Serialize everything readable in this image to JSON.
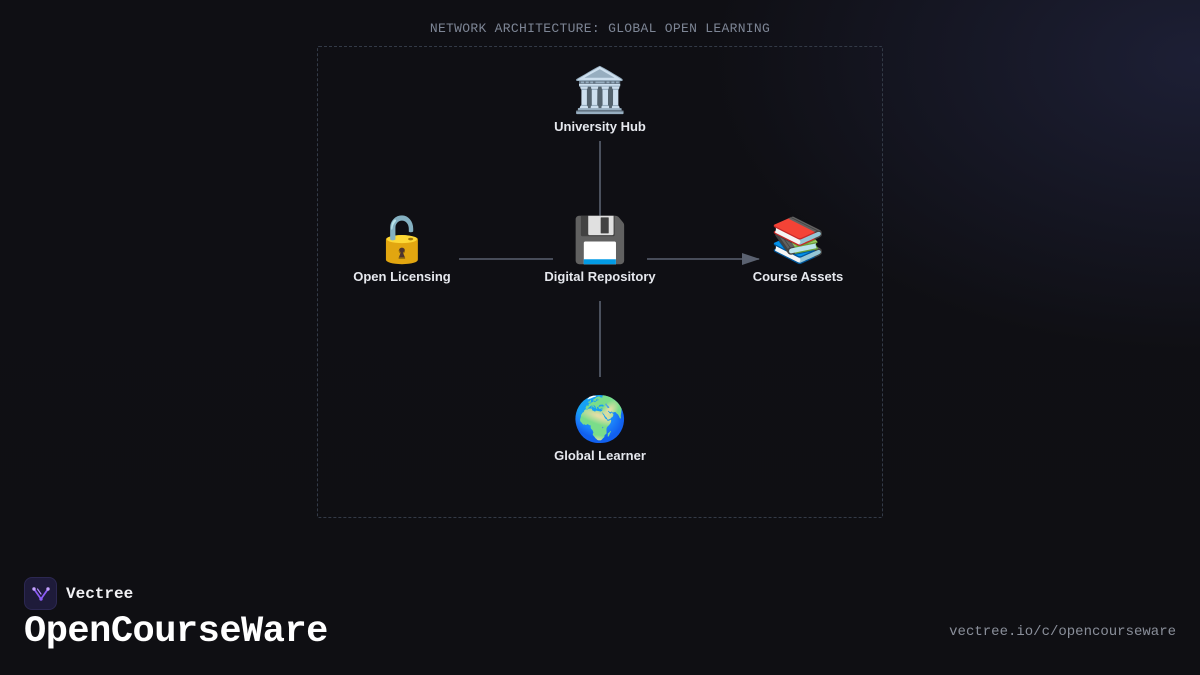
{
  "diagram": {
    "title": "NETWORK ARCHITECTURE: GLOBAL OPEN LEARNING",
    "nodes": [
      {
        "id": "university-hub",
        "label": "University Hub",
        "icon": "classical-building-icon",
        "glyph": "🏛️"
      },
      {
        "id": "open-licensing",
        "label": "Open Licensing",
        "icon": "unlocked-padlock-icon",
        "glyph": "🔓"
      },
      {
        "id": "digital-repository",
        "label": "Digital Repository",
        "icon": "floppy-disk-icon",
        "glyph": "💾"
      },
      {
        "id": "course-assets",
        "label": "Course Assets",
        "icon": "stacked-books-icon",
        "glyph": "📚"
      },
      {
        "id": "global-learner",
        "label": "Global Learner",
        "icon": "globe-icon",
        "glyph": "🌍"
      }
    ],
    "edges": [
      {
        "from": "university-hub",
        "to": "digital-repository",
        "arrow": false
      },
      {
        "from": "open-licensing",
        "to": "digital-repository",
        "arrow": false
      },
      {
        "from": "digital-repository",
        "to": "course-assets",
        "arrow": true
      },
      {
        "from": "digital-repository",
        "to": "global-learner",
        "arrow": false
      }
    ],
    "colors": {
      "edge": "#5a6170",
      "frame": "#333a47",
      "background": "#0f0f13"
    }
  },
  "footer": {
    "brand_name": "Vectree",
    "brand_logo_icon": "vectree-logo-icon",
    "brand_color": "#8b5cf6",
    "page_title": "OpenCourseWare",
    "url": "vectree.io/c/opencourseware"
  }
}
